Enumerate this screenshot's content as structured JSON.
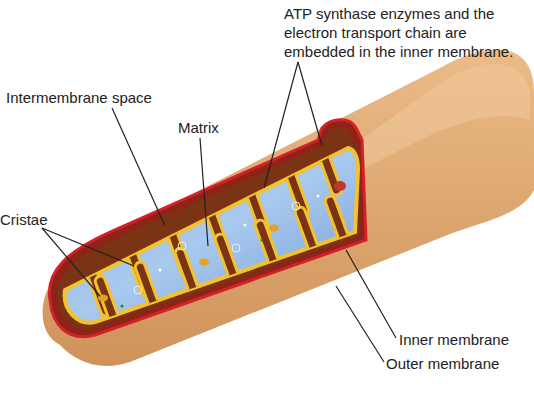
{
  "diagram": {
    "labels": [
      "ATP synthase enzymes and the electron transport chain are embedded in the inner membrane.",
      "Intermembrane space",
      "Matrix",
      "Cristae",
      "Inner membrane",
      "Outer membrane"
    ]
  }
}
